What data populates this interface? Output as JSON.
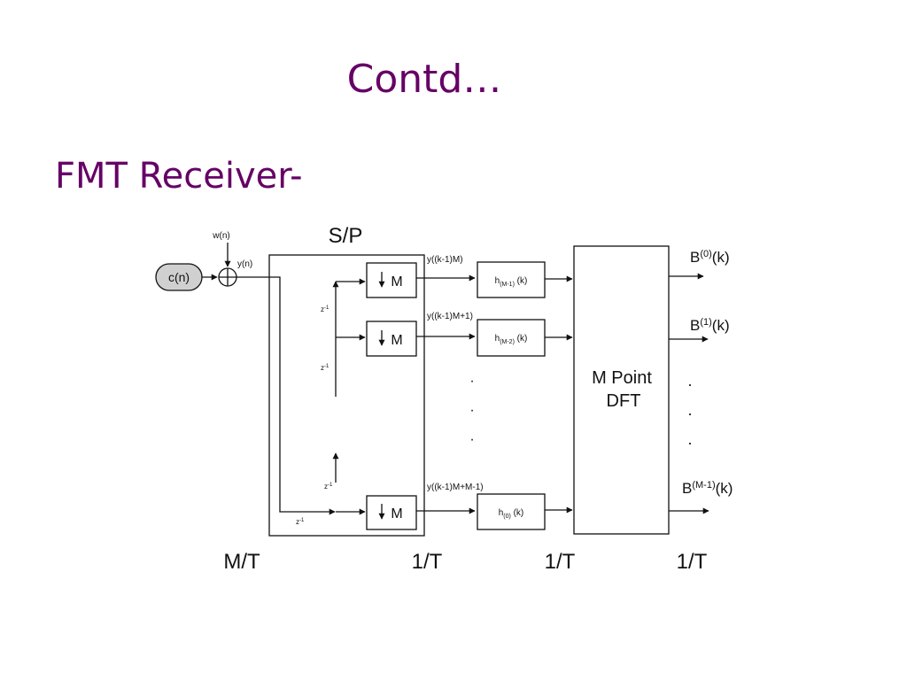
{
  "title": "Contd…",
  "subtitle": "FMT Receiver-",
  "diagram": {
    "sp_label": "S/P",
    "input_label": "c(n)",
    "noise_label": "w(n)",
    "sum_output_label": "y(n)",
    "downsampler_label": "M",
    "delay_label": "z",
    "delay_exponent": "-1",
    "dft_label_line1": "M Point",
    "dft_label_line2": "DFT",
    "branch_signals": [
      "y((k-1)M)",
      "y((k-1)M+1)",
      "y((k-1)M+M-1)"
    ],
    "filters": [
      {
        "base": "h",
        "sub": "(M-1)",
        "arg": " (k)"
      },
      {
        "base": "h",
        "sub": "(M-2)",
        "arg": " (k)"
      },
      {
        "base": "h",
        "sub": "(0)",
        "arg": " (k)"
      }
    ],
    "outputs": [
      {
        "base": "B",
        "sup": "(0)",
        "arg": "(k)"
      },
      {
        "base": "B",
        "sup": "(1)",
        "arg": "(k)"
      },
      {
        "base": "B",
        "sup": "(M-1)",
        "arg": "(k)"
      }
    ],
    "ellipsis": "·",
    "rates": [
      "M/T",
      "1/T",
      "1/T",
      "1/T"
    ]
  }
}
